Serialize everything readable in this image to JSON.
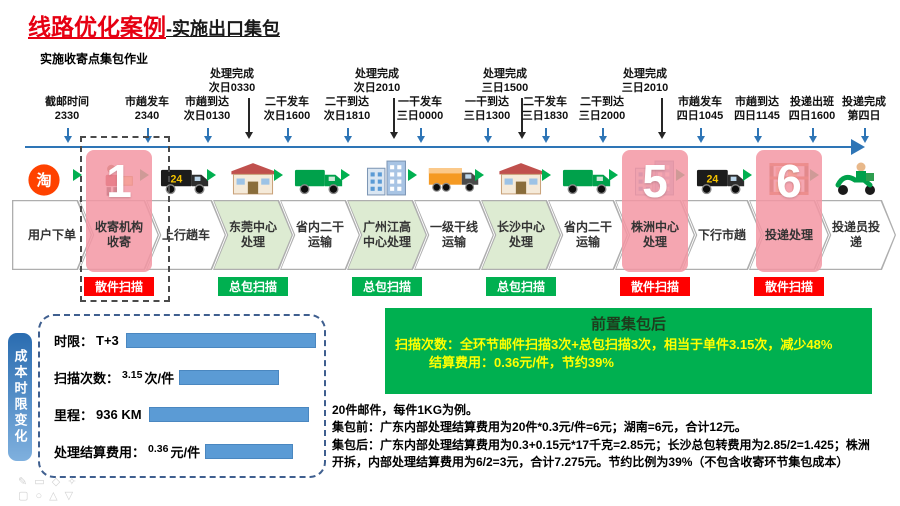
{
  "header": {
    "title_red": "线路优化案例",
    "title_black": "-实施出口集包",
    "subtitle": "实施收寄点集包作业"
  },
  "timeline": {
    "labels": [
      {
        "line1": "截邮时间",
        "line2": "2330",
        "milestone": false
      },
      {
        "line1": "市趟发车",
        "line2": "2340",
        "milestone": false
      },
      {
        "line1": "市趟到达",
        "line2": "次日0130",
        "milestone": false
      },
      {
        "line1": "处理完成",
        "line2": "次日0330",
        "milestone": true
      },
      {
        "line1": "二干发车",
        "line2": "次日1600",
        "milestone": false
      },
      {
        "line1": "二干到达",
        "line2": "次日1810",
        "milestone": false
      },
      {
        "line1": "处理完成",
        "line2": "次日2010",
        "milestone": true
      },
      {
        "line1": "一干发车",
        "line2": "三日0000",
        "milestone": false
      },
      {
        "line1": "一干到达",
        "line2": "三日1300",
        "milestone": false
      },
      {
        "line1": "处理完成",
        "line2": "三日1500",
        "milestone": true
      },
      {
        "line1": "二干发车",
        "line2": "三日1830",
        "milestone": false
      },
      {
        "line1": "二干到达",
        "line2": "三日2000",
        "milestone": false
      },
      {
        "line1": "处理完成",
        "line2": "三日2010",
        "milestone": true
      },
      {
        "line1": "市趟发车",
        "line2": "四日1045",
        "milestone": false
      },
      {
        "line1": "市趟到达",
        "line2": "四日1145",
        "milestone": false
      },
      {
        "line1": "投递出班",
        "line2": "四日1600",
        "milestone": false
      },
      {
        "line1": "投递完成",
        "line2": "第四日",
        "milestone": false
      }
    ]
  },
  "stages": [
    {
      "label": "用户下单",
      "type": "plain",
      "icon": "taobao-icon"
    },
    {
      "label": "收寄机构\n收寄",
      "type": "plain",
      "icon": "courier-icon",
      "overlay": "1",
      "scan": {
        "label": "散件扫描",
        "color": "#ff0000"
      }
    },
    {
      "label": "上行趟车",
      "type": "plain",
      "icon": "black-truck-icon"
    },
    {
      "label": "东莞中心\n处理",
      "type": "hub",
      "icon": "warehouse-icon",
      "scan": {
        "label": "总包扫描",
        "color": "#00b050"
      }
    },
    {
      "label": "省内二干\n运输",
      "type": "plain",
      "icon": "green-truck-icon"
    },
    {
      "label": "广州江高\n中心处理",
      "type": "hub",
      "icon": "building-icon",
      "scan": {
        "label": "总包扫描",
        "color": "#00b050"
      }
    },
    {
      "label": "一级干线\n运输",
      "type": "plain",
      "icon": "orange-truck-icon"
    },
    {
      "label": "长沙中心\n处理",
      "type": "hub",
      "icon": "warehouse-icon",
      "scan": {
        "label": "总包扫描",
        "color": "#00b050"
      }
    },
    {
      "label": "省内二干\n运输",
      "type": "plain",
      "icon": "green-truck-icon"
    },
    {
      "label": "株洲中心\n处理",
      "type": "plain",
      "icon": "building-icon",
      "overlay": "5",
      "scan": {
        "label": "散件扫描",
        "color": "#ff0000"
      }
    },
    {
      "label": "下行市趟",
      "type": "plain",
      "icon": "black-truck-icon"
    },
    {
      "label": "投递处理",
      "type": "plain",
      "icon": "shelves-icon",
      "overlay": "6",
      "scan": {
        "label": "散件扫描",
        "color": "#ff0000"
      }
    },
    {
      "label": "投递员投\n递",
      "type": "plain",
      "icon": "scooter-icon"
    }
  ],
  "left_tab": {
    "label": "成本时限变化"
  },
  "metrics_panel": {
    "rows": [
      {
        "label": "时限：",
        "value": "T+3",
        "unit": ""
      },
      {
        "label": "扫描次数：",
        "value": "3.15",
        "unit": "次/件"
      },
      {
        "label": "里程：",
        "value": "936 KM",
        "unit": ""
      },
      {
        "label": "处理结算费用：",
        "value": "0.36",
        "unit": "元/件"
      }
    ]
  },
  "chart_data": {
    "type": "bar",
    "title": "成本时限变化",
    "categories": [
      "时限",
      "扫描次数",
      "里程",
      "处理结算费用"
    ],
    "values": [
      "T+3",
      "3.15 次/件",
      "936 KM",
      "0.36 元/件"
    ]
  },
  "summary_box": {
    "title": "前置集包后",
    "line1": "扫描次数：全环节邮件扫描3次+总包扫描3次，相当于单件3.15次，减少48%",
    "line2": "结算费用：0.36元/件，节约39%"
  },
  "notes": {
    "intro": "20件邮件，每件1KG为例。",
    "before_label": "集包前：",
    "before_text": "广东内部处理结算费用为20件*0.3元/件=6元；湖南=6元，合计12元。",
    "after_label": "集包后：",
    "after_text": "广东内部处理结算费用为0.3+0.15元*17千克=2.85元；长沙总包转费用为2.85/2=1.425；株洲开拆，内部处理结算费用为6/2=3元，合计7.275元。节约比例为39%（不包含收寄环节集包成本）"
  },
  "watermark": {
    "row1": "✎ ▭ ◇ ✧",
    "row2": "▢ ○ △ ▽"
  },
  "colors": {
    "title_red": "#e60012",
    "badge_red": "#ff0000",
    "badge_green": "#00b050",
    "summary_green": "#00b050",
    "summary_text_yellow": "#ffff00",
    "timeline_blue": "#2e75b6",
    "bar_blue": "#5b9bd5",
    "highlight_pink": "#f396a3"
  }
}
